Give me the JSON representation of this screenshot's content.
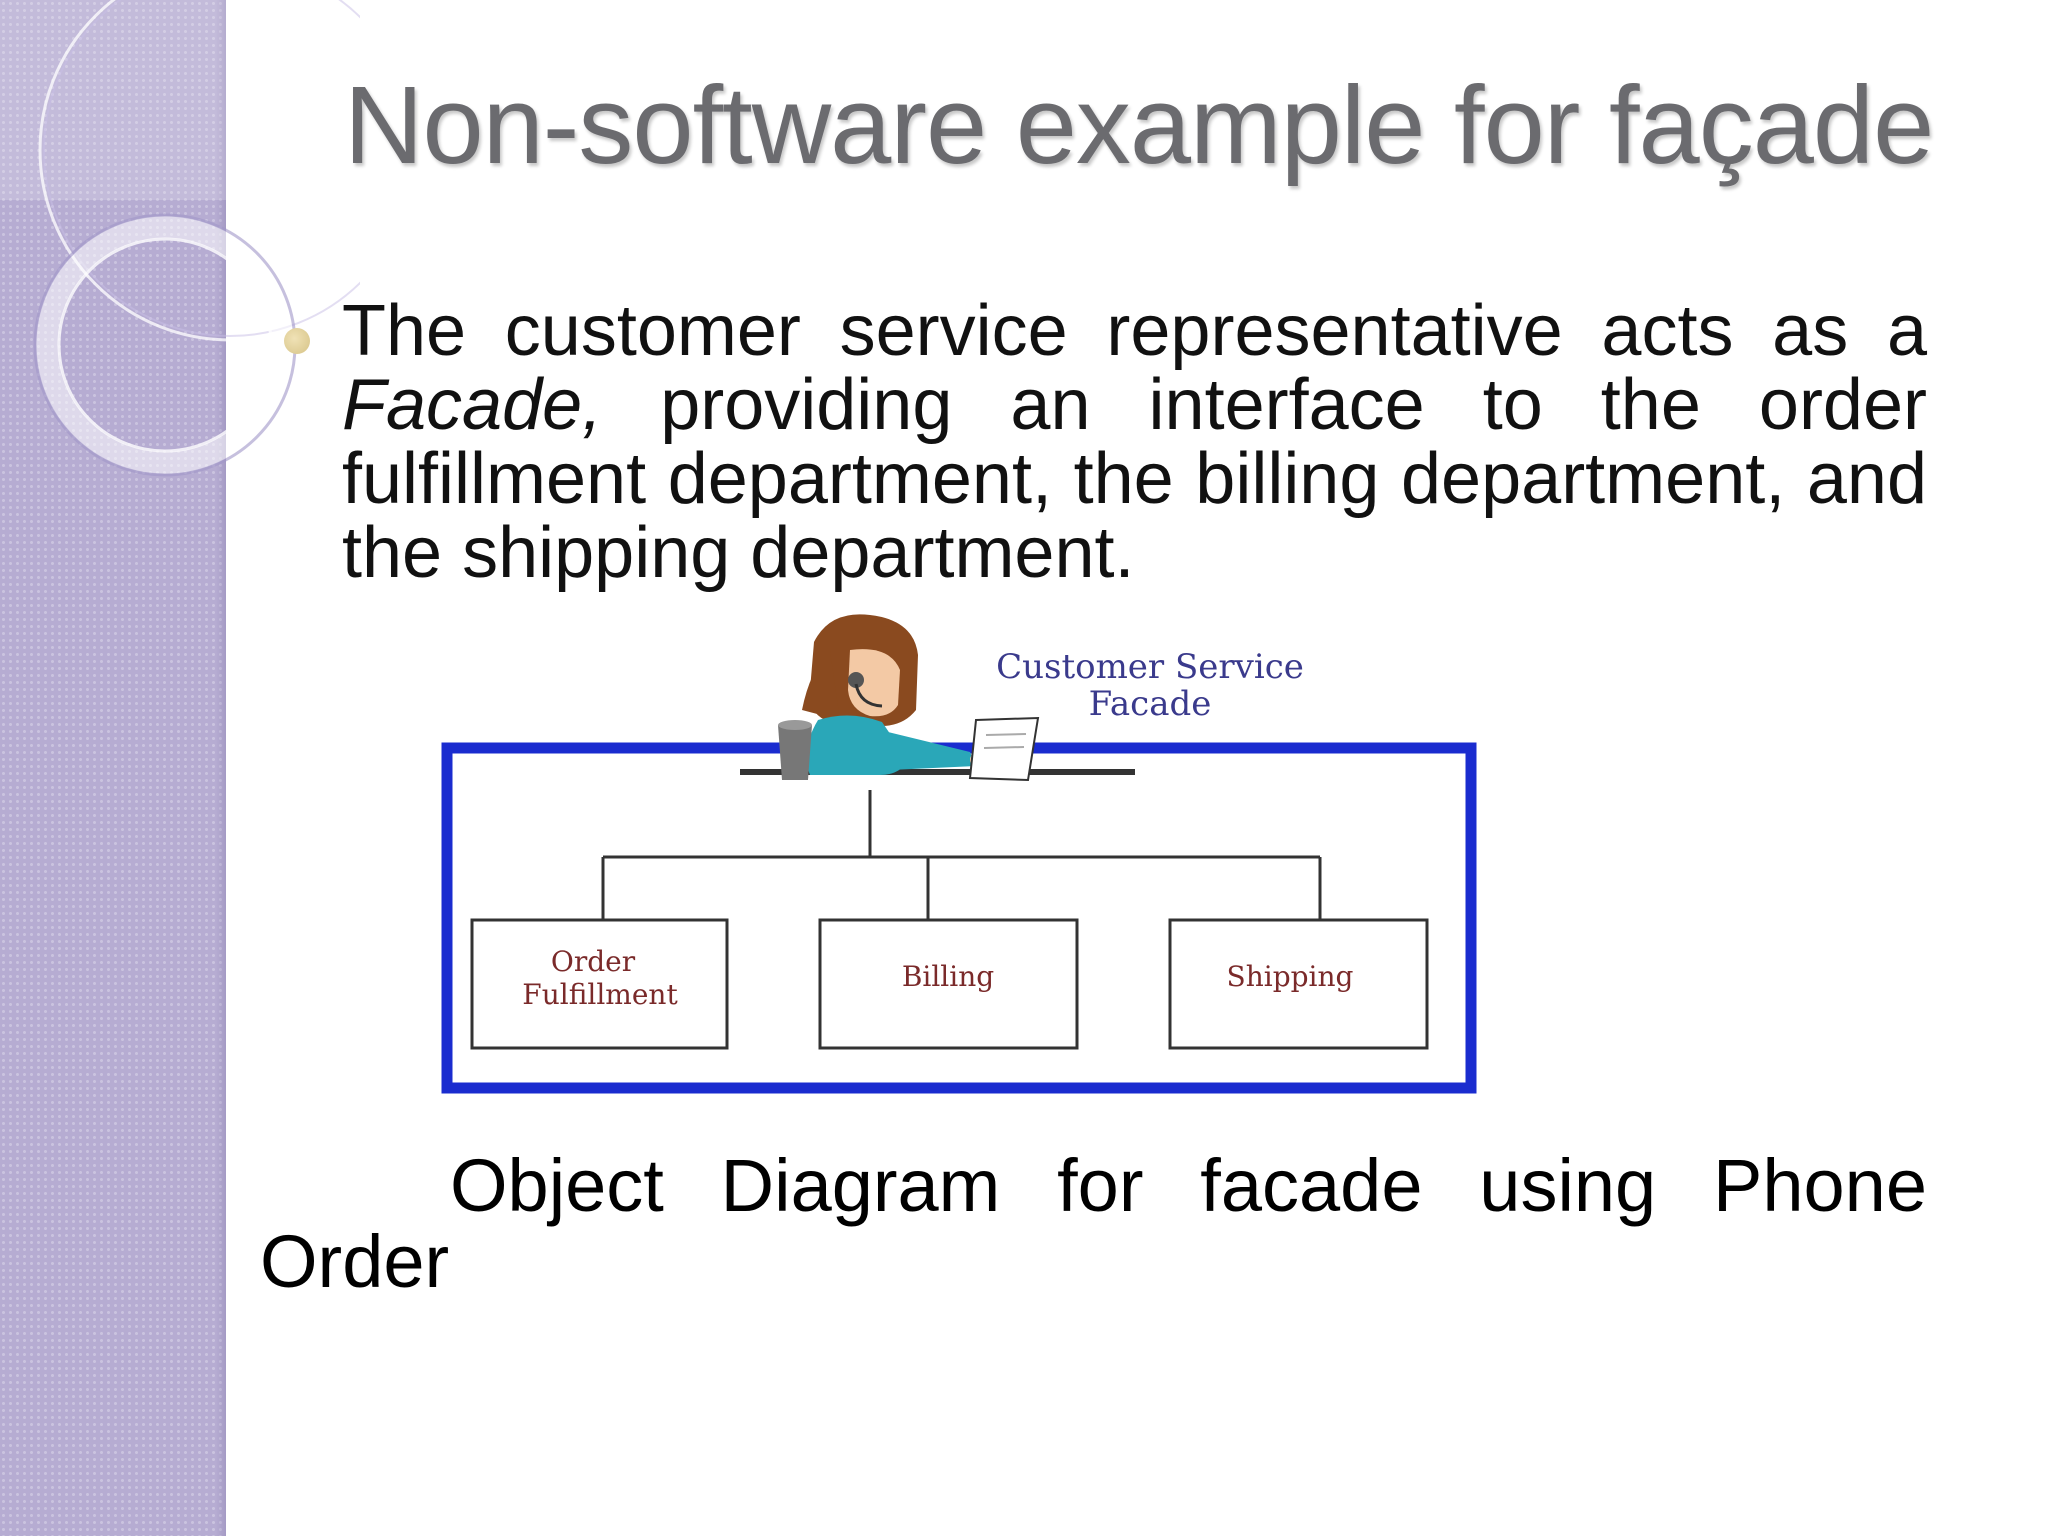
{
  "slide": {
    "title": "Non-software example for façade",
    "bullet": {
      "italic_word": "Facade,",
      "text_before": "The customer service representative acts as a ",
      "text_after": " providing an interface to the order fulfillment department, the billing department, and the shipping department."
    },
    "caption": "Object Diagram for facade using Phone Order"
  },
  "diagram": {
    "facade_label_line1": "Customer Service",
    "facade_label_line2": "Facade",
    "boxes": [
      {
        "line1": "Order",
        "line2": "Fulfillment"
      },
      {
        "line1": "Billing"
      },
      {
        "line1": "Shipping"
      }
    ],
    "frame_color": "#1a2ccf",
    "label_color": "#3a3a8c",
    "box_label_color": "#7a2a2a"
  },
  "theme": {
    "sidebar_color": "#b6acd2",
    "title_color": "#6b6b6f",
    "bullet_color": "#d6c386"
  }
}
